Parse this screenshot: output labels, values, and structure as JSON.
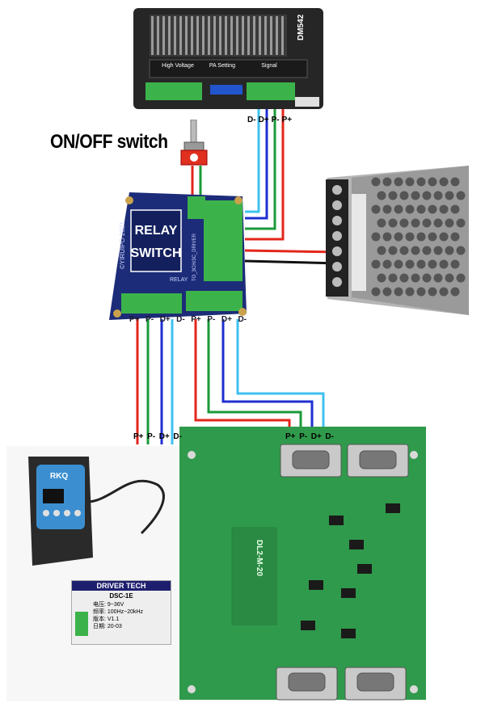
{
  "switch_label": "ON/OFF switch",
  "driver": {
    "model": "DM542",
    "sections": [
      "High Voltage",
      "PA Setting",
      "Signal"
    ]
  },
  "driver_terminal_labels": [
    "D-",
    "D+",
    "P-",
    "P+"
  ],
  "relay": {
    "title_line1": "RELAY",
    "title_line2": "SWITCH",
    "side_text": "©YIRUIPO 2021",
    "bottom_text": "RELAY",
    "driver_text": "TO_3CH/3C_DRIVER",
    "bottom_labels": [
      "P+",
      "P-",
      "D+",
      "D-",
      "P+",
      "P-",
      "D+",
      "D-"
    ]
  },
  "board_left_labels": [
    "P+",
    "P-",
    "D+",
    "D-"
  ],
  "board_right_labels": [
    "P+",
    "P-",
    "D+",
    "D-"
  ],
  "pcb_text": "DL2-M-20",
  "controller": {
    "brand": "RKQ"
  },
  "driver_tech": {
    "title": "DRIVER TECH",
    "model": "DSC-1E",
    "lines": [
      "电压: 9~36V",
      "频率: 100Hz~20kHz",
      "版本: V1.1",
      "日期: 20-03"
    ]
  },
  "colors": {
    "red": "#e3261b",
    "green": "#1b9a3a",
    "blue": "#1f2fd0",
    "cyan": "#3ec1ef",
    "black": "#111111",
    "pcb_green": "#2f9a4b",
    "relay_blue": "#1c2c78"
  }
}
